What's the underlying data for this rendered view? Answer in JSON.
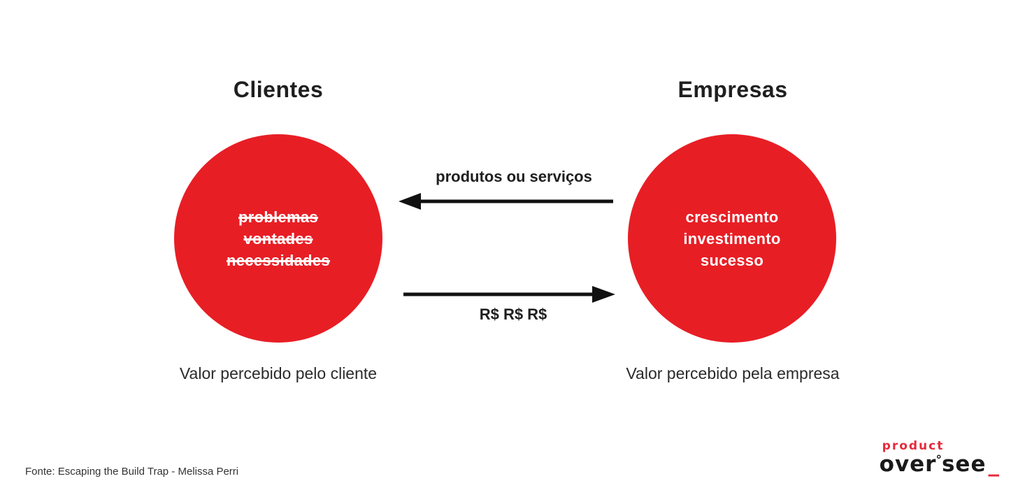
{
  "left": {
    "title": "Clientes",
    "items": [
      "problemas",
      "vontades",
      "necessidades"
    ],
    "caption": "Valor percebido pelo cliente"
  },
  "right": {
    "title": "Empresas",
    "items": [
      "crescimento",
      "investimento",
      "sucesso"
    ],
    "caption": "Valor percebido pela empresa"
  },
  "arrows": {
    "top_label": "produtos ou serviços",
    "top_direction": "right-to-left",
    "bottom_label": "R$ R$ R$",
    "bottom_direction": "left-to-right"
  },
  "footer": {
    "source": "Fonte: Escaping the Build Trap - Melissa Perri"
  },
  "logo": {
    "top": "product",
    "part1": "over",
    "ring": "°",
    "part2": "see",
    "underscore": "_"
  },
  "colors": {
    "circle_red": "#e81e25",
    "logo_red": "#e8293a",
    "text_dark": "#1f1f1f",
    "circle_text": "#ffffff",
    "background": "#ffffff"
  }
}
